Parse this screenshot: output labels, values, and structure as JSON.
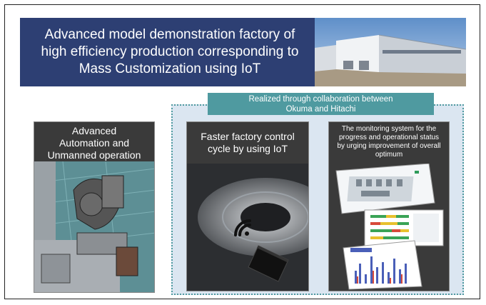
{
  "banner": {
    "title_line1": "Advanced model demonstration factory of",
    "title_line2": "high efficiency production corresponding to",
    "title_line3": "Mass Customization using IoT"
  },
  "collab": {
    "line1": "Realized through collaboration between",
    "line2": "Okuma and Hitachi"
  },
  "panels": [
    {
      "line1": "Advanced",
      "line2": "Automation and",
      "line3": "Unmanned operation"
    },
    {
      "line1": "Faster factory control",
      "line2": "cycle by using IoT"
    },
    {
      "line1": "The monitoring system for the",
      "line2": "progress and operational status",
      "line3": "by urging improvement of overall",
      "line4": "optimum"
    }
  ],
  "colors": {
    "banner": "#2d3f73",
    "accent": "#4f9aa0",
    "region": "#dbe6f1"
  },
  "icons": {
    "wifi": "wifi-icon",
    "device": "iot-device-icon"
  }
}
